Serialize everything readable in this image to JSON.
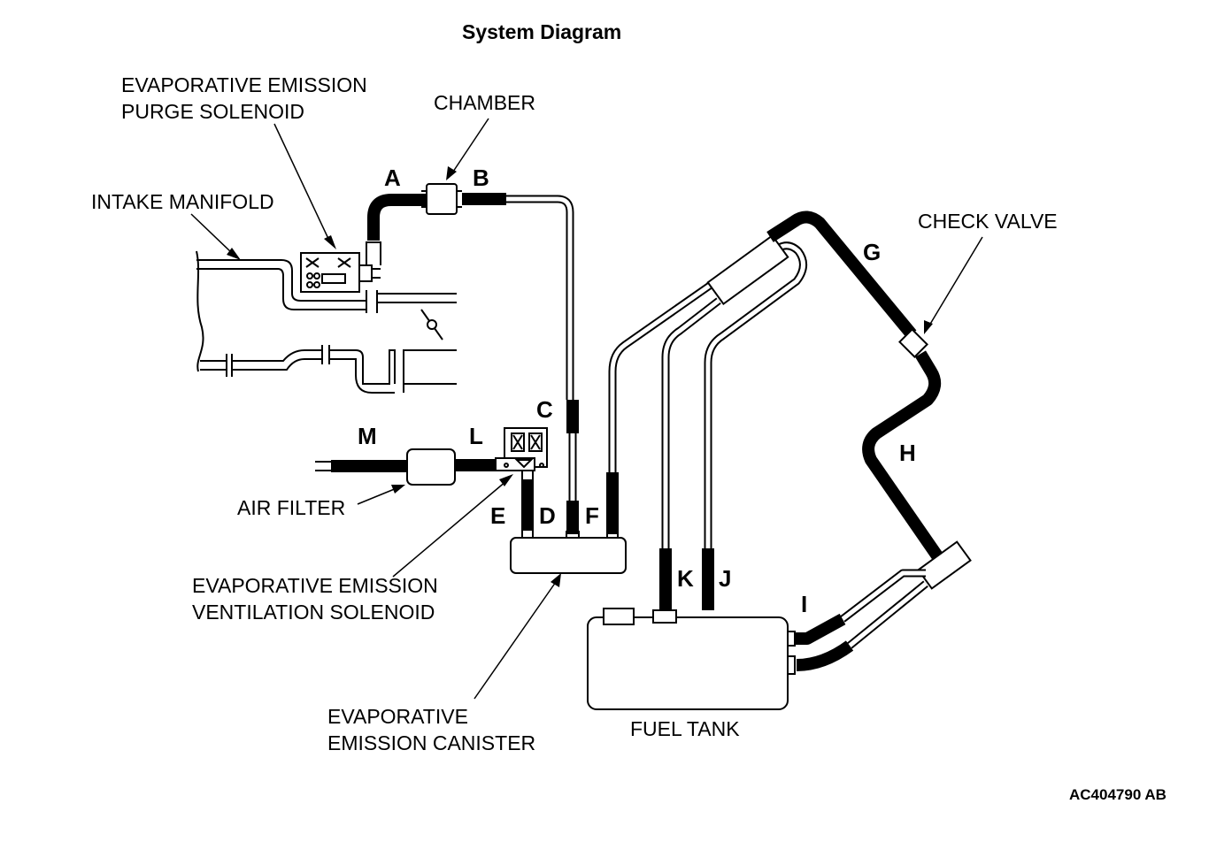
{
  "title": "System Diagram",
  "labels": {
    "purge_solenoid_line1": "EVAPORATIVE EMISSION",
    "purge_solenoid_line2": "PURGE SOLENOID",
    "chamber": "CHAMBER",
    "intake_manifold": "INTAKE MANIFOLD",
    "check_valve": "CHECK VALVE",
    "air_filter": "AIR FILTER",
    "ventilation_solenoid_line1": "EVAPORATIVE EMISSION",
    "ventilation_solenoid_line2": "VENTILATION SOLENOID",
    "canister_line1": "EVAPORATIVE",
    "canister_line2": "EMISSION CANISTER",
    "fuel_tank": "FUEL TANK"
  },
  "hose_letters": {
    "A": "A",
    "B": "B",
    "C": "C",
    "D": "D",
    "E": "E",
    "F": "F",
    "G": "G",
    "H": "H",
    "I": "I",
    "J": "J",
    "K": "K",
    "L": "L",
    "M": "M"
  },
  "figure_code": "AC404790 AB"
}
